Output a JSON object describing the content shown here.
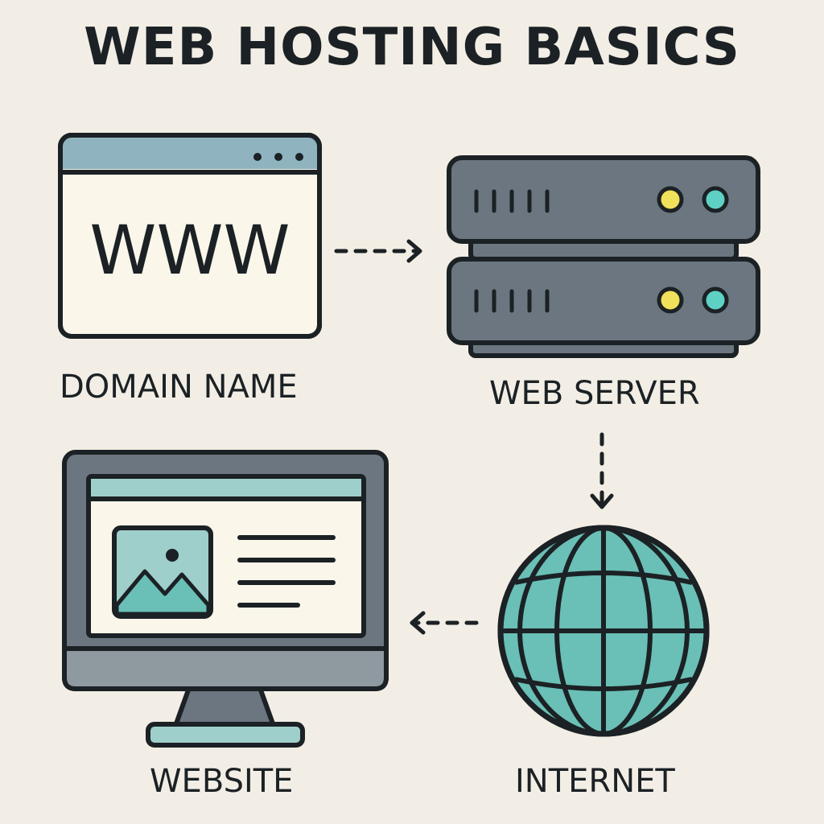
{
  "title": "WEB HOSTING BASICS",
  "nodes": {
    "domain": {
      "label": "DOMAIN NAME",
      "browser_text": "WWW"
    },
    "server": {
      "label": "WEB SERVER"
    },
    "internet": {
      "label": "INTERNET"
    },
    "website": {
      "label": "WEBSITE"
    }
  },
  "flow": [
    "domain",
    "server",
    "internet",
    "website"
  ],
  "colors": {
    "background": "#f2eee5",
    "outline": "#1b2124",
    "slate": "#6b7680",
    "light_slate": "#8e99a0",
    "teal": "#6abfb6",
    "teal_light": "#9fcfcb",
    "blue_gray": "#8fb3bf",
    "cream": "#faf6ea",
    "yellow_led": "#f1e05a",
    "teal_led": "#5fd1c4"
  }
}
